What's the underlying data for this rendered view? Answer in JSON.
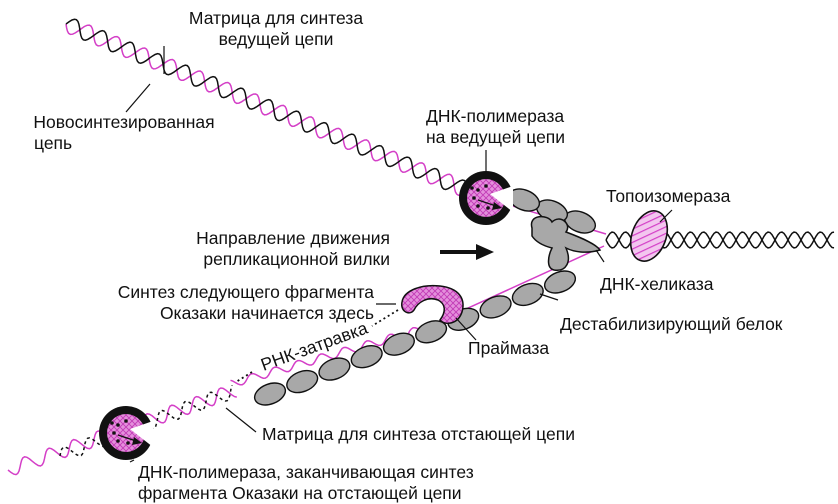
{
  "colors": {
    "strand_template": "#d43fc7",
    "strand_new": "#111111",
    "protein_gray": "#a8a8a8",
    "enzyme_pink": "#e271d8",
    "outline": "#111111"
  },
  "labels": {
    "leading_template": [
      "Матрица для синтеза",
      "ведущей цепи"
    ],
    "new_strand": [
      "Новосинтезированная",
      "цепь"
    ],
    "leading_polymerase": [
      "ДНК-полимераза",
      "на ведущей цепи"
    ],
    "topoisomerase": "Топоизомераза",
    "fork_direction": [
      "Направление движения",
      "репликационной вилки"
    ],
    "helicase": "ДНК-хеликаза",
    "okazaki_start": [
      "Синтез следующего фрагмента",
      "Оказаки начинается здесь"
    ],
    "ssb": "Дестабилизирующий белок",
    "primase": "Праймаза",
    "rna_primer": "РНК-затравка",
    "lagging_template": "Матрица для синтеза отстающей цепи",
    "lagging_polymerase": [
      "ДНК-полимераза, заканчивающая синтез",
      "фрагмента Оказаки на отстающей цепи"
    ]
  },
  "icons": {
    "polymerase": "dna-polymerase-icon",
    "topoisomerase": "topoisomerase-icon",
    "helicase": "helicase-icon",
    "primase": "primase-icon",
    "ssb": "ssb-protein-icon",
    "arrow": "fork-direction-arrow-icon"
  }
}
